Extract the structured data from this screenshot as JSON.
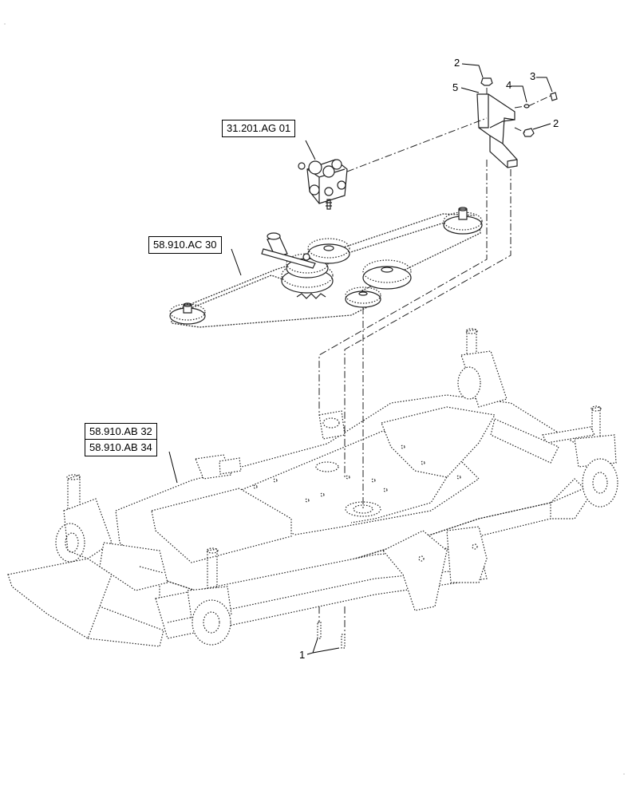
{
  "reference_labels": [
    "31.201.AG 01",
    "58.910.AC 30",
    "58.910.AB 32",
    "58.910.AB 34"
  ],
  "callouts": [
    "1",
    "2",
    "2",
    "3",
    "4",
    "5"
  ]
}
